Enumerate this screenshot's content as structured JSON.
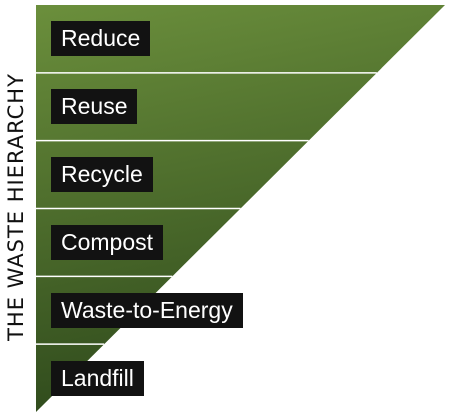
{
  "diagram": {
    "title": "THE WASTE HIERARCHY",
    "levels": [
      {
        "label": "Reduce"
      },
      {
        "label": "Reuse"
      },
      {
        "label": "Recycle"
      },
      {
        "label": "Compost"
      },
      {
        "label": "Waste-to-Energy"
      },
      {
        "label": "Landfill"
      }
    ]
  },
  "colors": {
    "fill_light": "#6b8f3c",
    "fill_dark": "#2f4a1c",
    "divider": "#ffffff",
    "label_bg": "#121212",
    "label_text": "#ffffff",
    "title_text": "#111111"
  }
}
